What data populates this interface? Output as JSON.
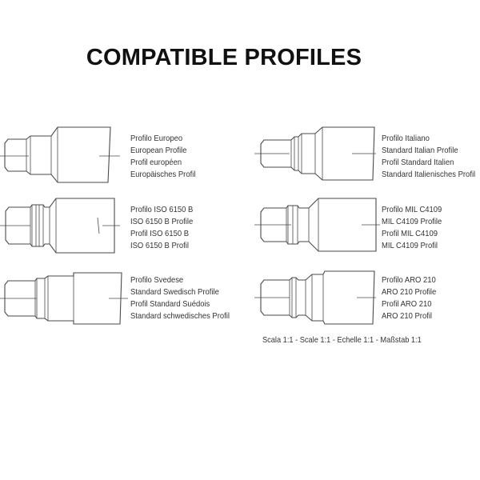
{
  "title": "COMPATIBLE PROFILES",
  "profiles": [
    {
      "id": "european",
      "lines": [
        "Profilo Europeo",
        "European Profile",
        "Profil européen",
        "Europäisches Profil"
      ]
    },
    {
      "id": "iso6150b",
      "lines": [
        "Profilo ISO 6150 B",
        "ISO 6150 B Profile",
        "Profil ISO 6150 B",
        "ISO 6150 B Profil"
      ]
    },
    {
      "id": "swedish",
      "lines": [
        "Profilo Svedese",
        "Standard Swedisch Profile",
        "Profil Standard Suédois",
        "Standard schwedisches Profil"
      ]
    },
    {
      "id": "italian",
      "lines": [
        "Profilo Italiano",
        "Standard Italian Profile",
        "Profil Standard Italien",
        "Standard Italienisches Profil"
      ]
    },
    {
      "id": "milc4109",
      "lines": [
        "Profilo MIL C4109",
        "MIL C4109 Profile",
        "Profil MIL C4109",
        "MIL C4109 Profil"
      ]
    },
    {
      "id": "aro210",
      "lines": [
        "Profilo ARO 210",
        "ARO 210 Profile",
        "Profil ARO 210",
        "ARO 210 Profil"
      ]
    }
  ],
  "scale_note": "Scala 1:1 - Scale 1:1 - Echelle 1:1 - Maßstab 1:1"
}
